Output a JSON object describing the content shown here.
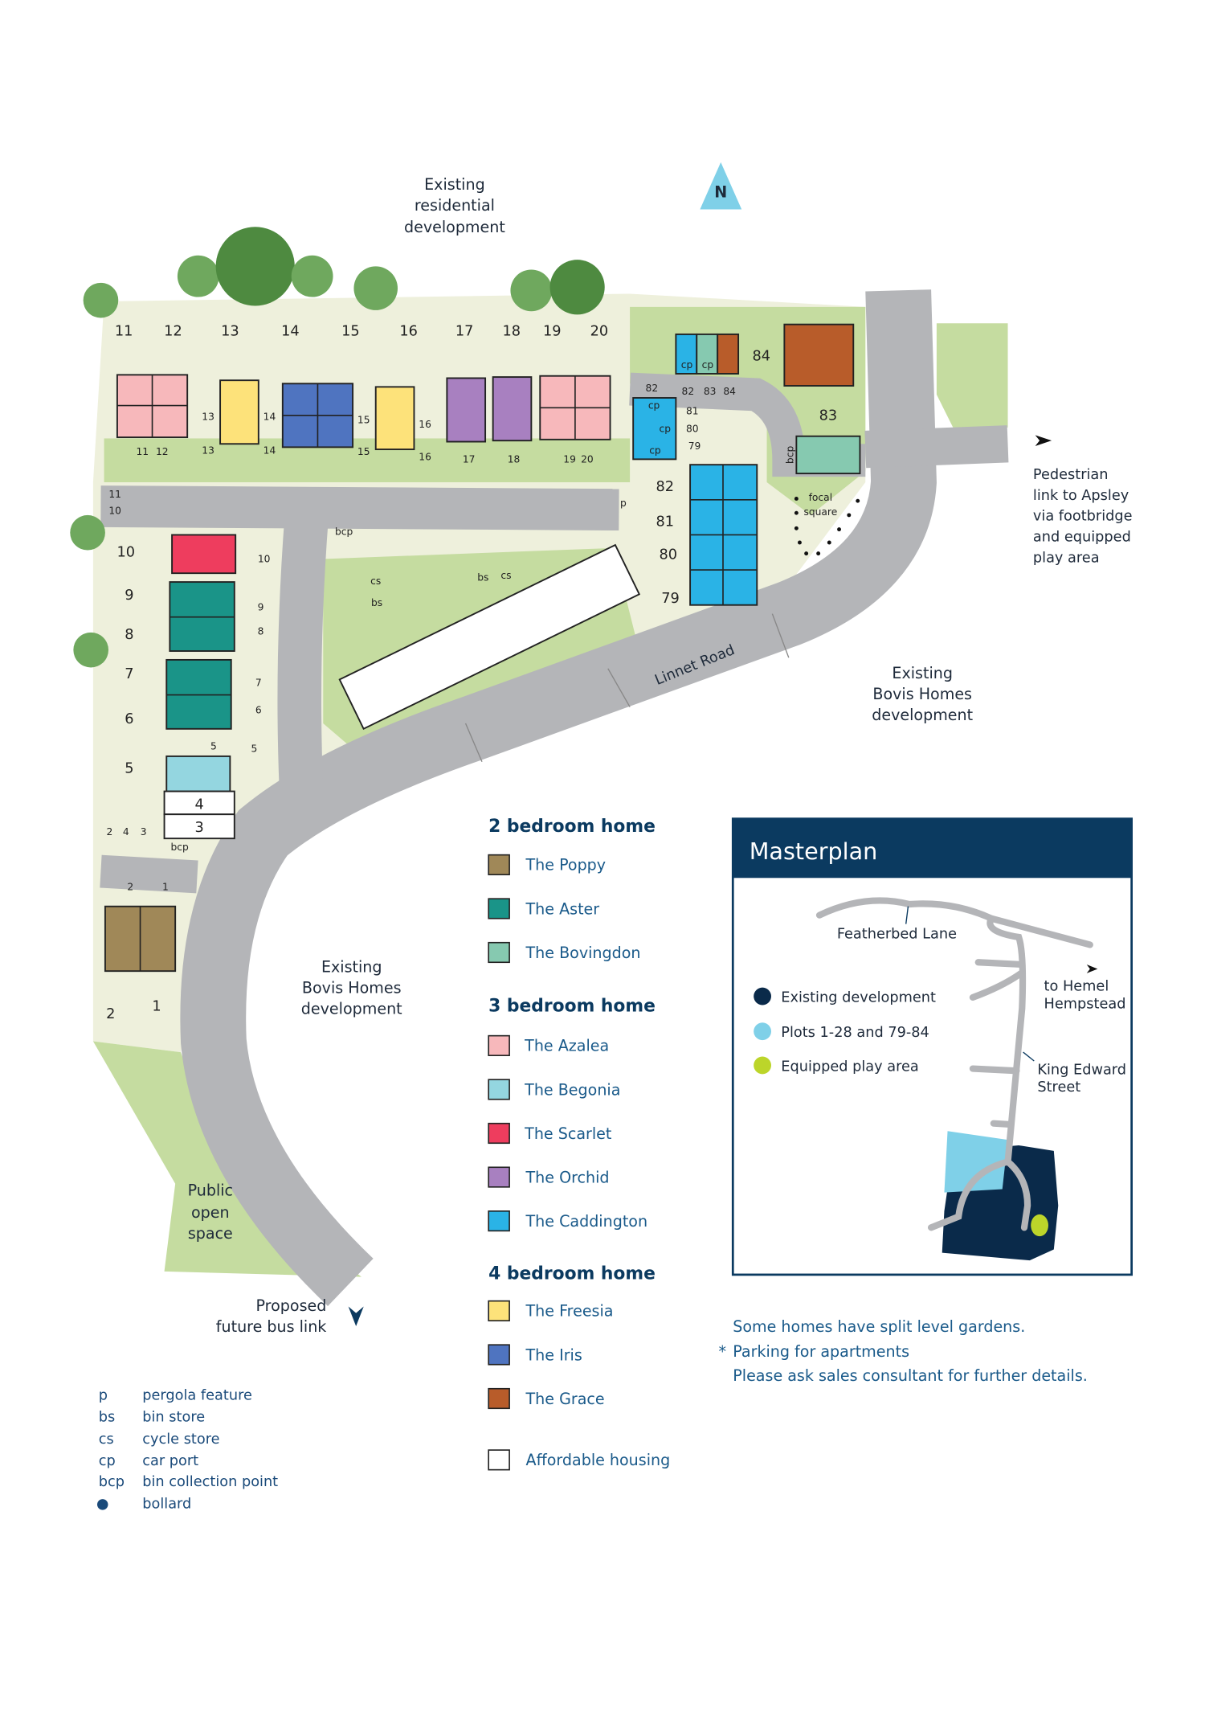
{
  "annotations": {
    "north": "N",
    "existing_residential": [
      "Existing",
      "residential",
      "development"
    ],
    "pedestrian_link": [
      "Pedestrian",
      "link to Apsley",
      "via footbridge",
      "and equipped",
      "play area"
    ],
    "existing_bovis_east": [
      "Existing",
      "Bovis Homes",
      "development"
    ],
    "existing_bovis_west": [
      "Existing",
      "Bovis Homes",
      "development"
    ],
    "public_open_space": [
      "Public",
      "open",
      "space"
    ],
    "bus_link": [
      "Proposed",
      "future bus link"
    ],
    "road_name": "Linnet Road",
    "focal_square": [
      "focal",
      "square"
    ]
  },
  "plots": {
    "top_row": [
      "11",
      "12",
      "13",
      "14",
      "15",
      "16",
      "17",
      "18",
      "19",
      "20"
    ],
    "west_column": [
      "10",
      "9",
      "8",
      "7",
      "6",
      "5",
      "4",
      "3",
      "2",
      "1"
    ],
    "east_block": [
      "82",
      "81",
      "80",
      "79"
    ],
    "north_east": [
      "84",
      "83"
    ],
    "parking": [
      "11",
      "12",
      "13",
      "13",
      "14",
      "14",
      "15",
      "15",
      "16",
      "16",
      "17",
      "18",
      "19",
      "20",
      "11",
      "10",
      "10",
      "9",
      "8",
      "7",
      "6",
      "5",
      "5",
      "2",
      "4",
      "3",
      "2",
      "1",
      "82",
      "82",
      "83",
      "84",
      "81",
      "80",
      "79"
    ],
    "codes": [
      "cp",
      "cp",
      "cp",
      "cp",
      "cp",
      "bcp",
      "bcp",
      "bcp",
      "bs",
      "cs",
      "cs",
      "bs",
      "p"
    ]
  },
  "legend": {
    "groups": [
      {
        "heading": "2 bedroom home",
        "items": [
          {
            "label": "The Poppy",
            "color": "#a08858"
          },
          {
            "label": "The Aster",
            "color": "#1a9488"
          },
          {
            "label": "The Bovingdon",
            "color": "#86c9b0"
          }
        ]
      },
      {
        "heading": "3 bedroom home",
        "items": [
          {
            "label": "The Azalea",
            "color": "#f7b8bb"
          },
          {
            "label": "The Begonia",
            "color": "#94d6e0"
          },
          {
            "label": "The Scarlet",
            "color": "#ee3d5e"
          },
          {
            "label": "The Orchid",
            "color": "#a880c0"
          },
          {
            "label": "The Caddington",
            "color": "#2ab3e6"
          }
        ]
      },
      {
        "heading": "4 bedroom home",
        "items": [
          {
            "label": "The Freesia",
            "color": "#fde27a"
          },
          {
            "label": "The Iris",
            "color": "#4f74c0"
          },
          {
            "label": "The Grace",
            "color": "#b85c2a"
          }
        ]
      }
    ],
    "affordable": {
      "label": "Affordable housing",
      "color": "#ffffff"
    }
  },
  "masterplan": {
    "title": "Masterplan",
    "featherbed_lane": "Featherbed Lane",
    "to_hemel": [
      "to Hemel",
      "Hempstead"
    ],
    "king_edward": [
      "King Edward",
      "Street"
    ],
    "key": [
      {
        "label": "Existing development",
        "color": "#0a2a4a"
      },
      {
        "label": "Plots 1-28 and 79-84",
        "color": "#7fd0e8"
      },
      {
        "label": "Equipped play area",
        "color": "#bcd52a"
      }
    ]
  },
  "notes": {
    "line1": "Some homes have split level gardens.",
    "star": "*",
    "line2": "Parking for apartments",
    "line3": "Please ask sales consultant for further details."
  },
  "abbreviations": [
    {
      "code": "p",
      "meaning": "pergola feature"
    },
    {
      "code": "bs",
      "meaning": "bin store"
    },
    {
      "code": "cs",
      "meaning": "cycle store"
    },
    {
      "code": "cp",
      "meaning": "car port"
    },
    {
      "code": "bcp",
      "meaning": "bin collection point"
    },
    {
      "code": "●",
      "meaning": "bollard"
    }
  ]
}
